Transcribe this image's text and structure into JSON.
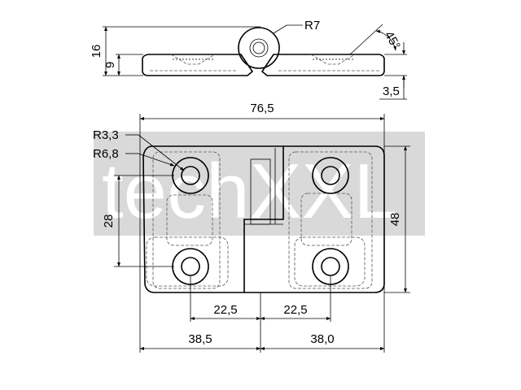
{
  "watermark": {
    "text": "techXXL",
    "panel_color": "#d9d9d9"
  },
  "dimensions": {
    "side_height_total": "16",
    "side_height_leaf": "9",
    "knuckle_radius": "R7",
    "countersink_angle": "45°",
    "plate_thickness": "3,5",
    "overall_width": "76,5",
    "hole_radius": "R3,3",
    "boss_radius": "R6,8",
    "hole_spacing_vertical": "28",
    "overall_height": "48",
    "hole_offset_left": "22,5",
    "hole_offset_right": "22,5",
    "leaf_width_left": "38,5",
    "leaf_width_right": "38,0"
  }
}
